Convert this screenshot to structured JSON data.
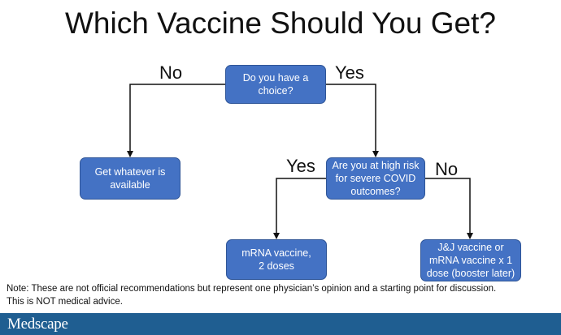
{
  "title": "Which Vaccine Should You Get?",
  "nodes": {
    "choice": "Do you have a choice?",
    "whatever": "Get whatever is available",
    "risk": "Are you at high risk for severe COVID outcomes?",
    "mrna": "mRNA vaccine, 2 doses",
    "jj": "J&J vaccine or mRNA vaccine x 1 dose (booster later)"
  },
  "edges": {
    "choice_no": "No",
    "choice_yes": "Yes",
    "risk_yes": "Yes",
    "risk_no": "No"
  },
  "note": {
    "line1": "Note: These are not official recommendations but represent one physician’s opinion and a starting point for discussion.",
    "line2": "This is NOT medical advice."
  },
  "footer": {
    "brand": "Medscape"
  },
  "colors": {
    "node_fill": "#4472c4",
    "node_border": "#2f5597",
    "footer_bg": "#1f5e91"
  }
}
